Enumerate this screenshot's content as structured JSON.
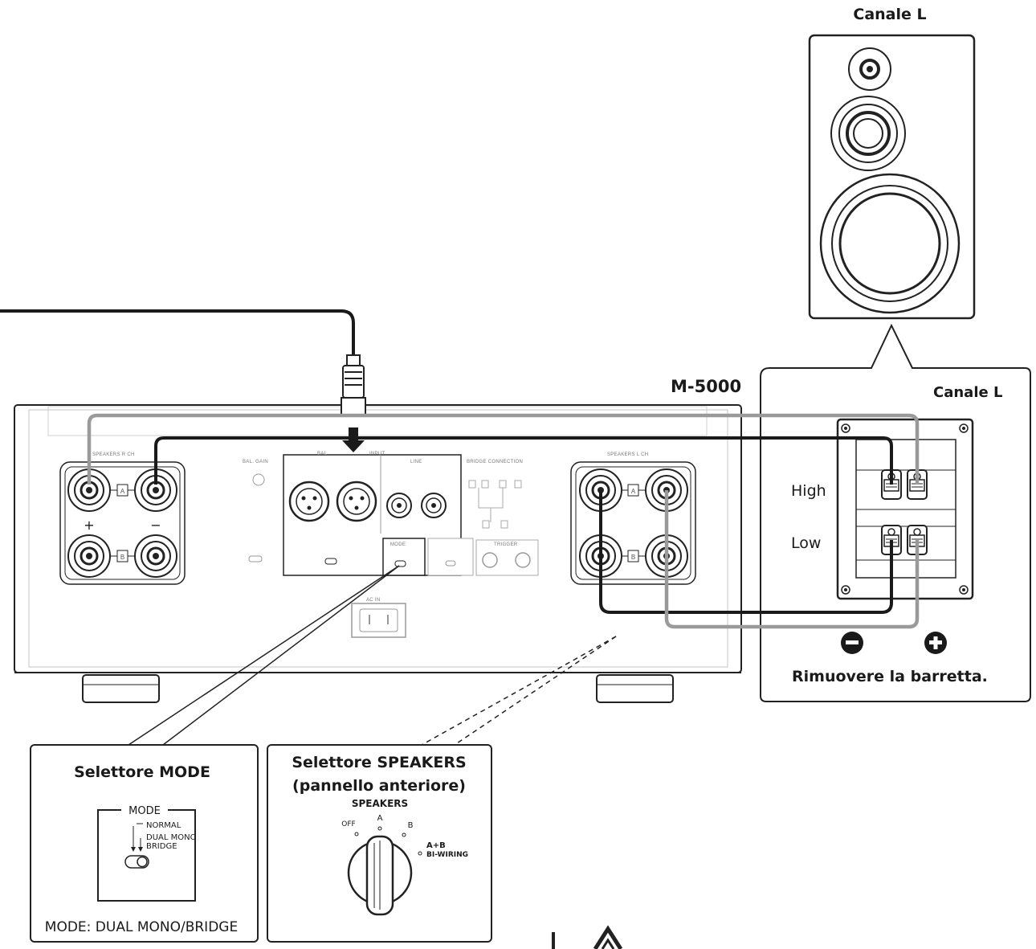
{
  "speaker": {
    "title": "Canale L"
  },
  "amp": {
    "model": "M-5000",
    "speakers_r_label": "SPEAKERS R CH",
    "speakers_l_label": "SPEAKERS L CH",
    "input_label": "INPUT",
    "bal_label": "BAL",
    "line_label": "LINE",
    "bridge_label": "BRIDGE CONNECTION",
    "ac_in_label": "AC IN",
    "trigger_label": "TRIGGER",
    "mode_small_label": "MODE",
    "plus_symbol": "+",
    "minus_symbol": "−",
    "terminal_a": "A",
    "terminal_b": "B"
  },
  "connection_panel": {
    "title": "Canale L",
    "high_label": "High",
    "low_label": "Low",
    "remove_bar_text": "Rimuovere la barretta."
  },
  "mode_callout": {
    "title": "Selettore MODE",
    "panel_label": "MODE",
    "option_normal": "NORMAL",
    "option_dual_line1": "DUAL MONO",
    "option_dual_line2": "BRIDGE",
    "caption": "MODE: DUAL MONO/BRIDGE"
  },
  "speakers_callout": {
    "title_line1": "Selettore SPEAKERS",
    "title_line2": "(pannello anteriore)",
    "dial_label": "SPEAKERS",
    "pos_off": "OFF",
    "pos_a": "A",
    "pos_b": "B",
    "pos_ab_line1": "A+B",
    "pos_ab_line2": "BI-WIRING"
  },
  "colors": {
    "cable_dark": "#1a1a1a",
    "cable_light": "#9a9a9a",
    "outline": "#222222",
    "background": "#ffffff"
  }
}
